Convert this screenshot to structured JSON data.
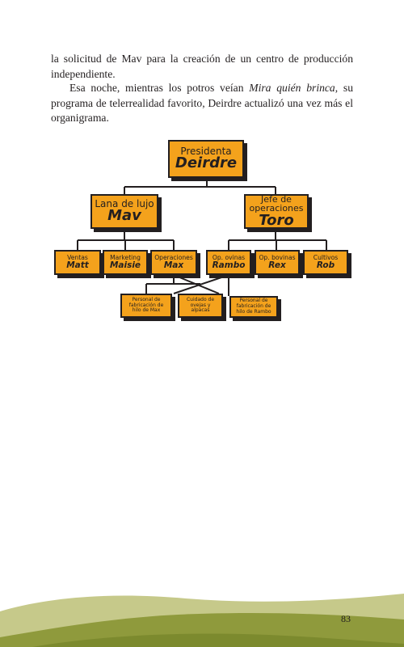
{
  "text": {
    "p1": "la solicitud de Mav para la creación de un centro de producción independiente.",
    "p2_before": "Esa noche, mientras los potros veían ",
    "p2_italic": "Mira quién brinca",
    "p2_after": ", su programa de telerrealidad favorito, Deirdre actualizó una vez más el organigrama."
  },
  "org_chart": {
    "president": {
      "role": "Presidenta",
      "name": "Deirdre"
    },
    "luxury_wool": {
      "role": "Lana de lujo",
      "name": "Mav"
    },
    "operations_chief": {
      "role": "Jefe de operaciones",
      "name": "Toro"
    },
    "sales": {
      "role": "Ventas",
      "name": "Matt"
    },
    "marketing": {
      "role": "Marketing",
      "name": "Maisie"
    },
    "operations": {
      "role": "Operaciones",
      "name": "Max"
    },
    "sheep_ops": {
      "role": "Op. ovinas",
      "name": "Rambo"
    },
    "cattle_ops": {
      "role": "Op. bovinas",
      "name": "Rex"
    },
    "crops": {
      "role": "Cultivos",
      "name": "Rob"
    },
    "max_yarn_staff": {
      "role": "Personal de fabricación de hilo de Max"
    },
    "sheep_alpaca_care": {
      "role": "Cuidado de ovejas y alpacas"
    },
    "rambo_yarn_staff": {
      "role": "Personal de fabricación de hilo de Rambo"
    }
  },
  "colors": {
    "box_fill": "#f4a21c",
    "box_border": "#231f20",
    "hill_light": "#c6c98a",
    "hill_dark": "#8f9a3c"
  },
  "page_number": "83"
}
